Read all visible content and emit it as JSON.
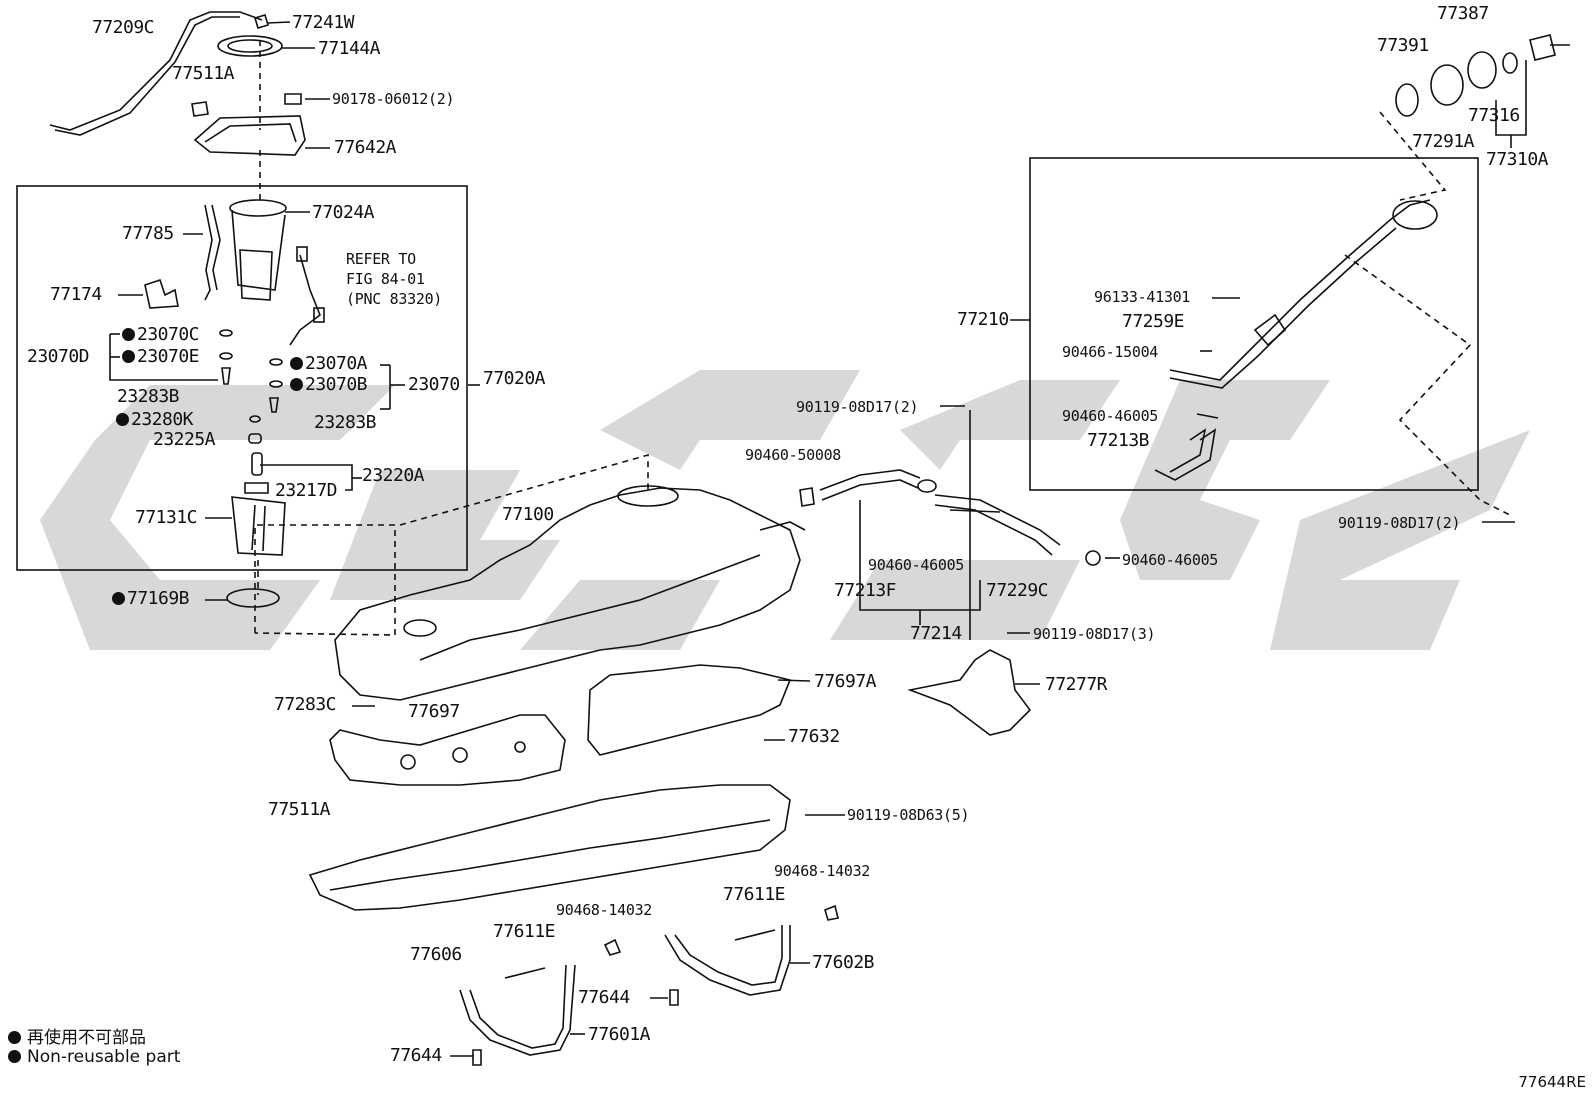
{
  "parts": {
    "p77209C": "77209C",
    "p77241W": "77241W",
    "p77144A": "77144A",
    "p77511A_top": "77511A",
    "p90178": "90178-06012(2)",
    "p77642A": "77642A",
    "p77024A": "77024A",
    "p77785": "77785",
    "refer_line1": "REFER TO",
    "refer_line2": "FIG 84-01",
    "refer_line3": "(PNC 83320)",
    "p77174": "77174",
    "p23070C": "23070C",
    "p23070D": "23070D",
    "p23070E": "23070E",
    "p23070A": "23070A",
    "p23070B": "23070B",
    "p23070": "23070",
    "p77020A": "77020A",
    "p23283B_left": "23283B",
    "p23280K": "23280K",
    "p23283B_right": "23283B",
    "p23225A": "23225A",
    "p23220A": "23220A",
    "p23217D": "23217D",
    "p77131C": "77131C",
    "p77169B": "77169B",
    "p77100": "77100",
    "p77283C": "77283C",
    "p77697": "77697",
    "p77697A": "77697A",
    "p77632": "77632",
    "p77511A_bottom": "77511A",
    "p90119_08D63": "90119-08D63(5)",
    "p77606": "77606",
    "p90468_left": "90468-14032",
    "p77611E_left": "77611E",
    "p77611E_right": "77611E",
    "p90468_right": "90468-14032",
    "p77602B": "77602B",
    "p77644_mid": "77644",
    "p77601A": "77601A",
    "p77644_bottom": "77644",
    "p90460_50008": "90460-50008",
    "p90119_2_top": "90119-08D17(2)",
    "p90460_46005_mid": "90460-46005",
    "p77213F": "77213F",
    "p77214": "77214",
    "p77229C": "77229C",
    "p90460_46005_right": "90460-46005",
    "p90119_3": "90119-08D17(3)",
    "p77277R": "77277R",
    "p77210": "77210",
    "p96133": "96133-41301",
    "p77259E": "77259E",
    "p90466": "90466-15004",
    "p90460_46005_box": "90460-46005",
    "p77213B": "77213B",
    "p90119_2_right": "90119-08D17(2)",
    "p77387": "77387",
    "p77391": "77391",
    "p77316": "77316",
    "p77291A": "77291A",
    "p77310A": "77310A"
  },
  "legend": {
    "japanese": "再使用不可部品",
    "english": "Non-reusable part"
  },
  "doc_id": "77644RE",
  "colors": {
    "line": "#111111",
    "watermark": "#d4d4d4"
  }
}
